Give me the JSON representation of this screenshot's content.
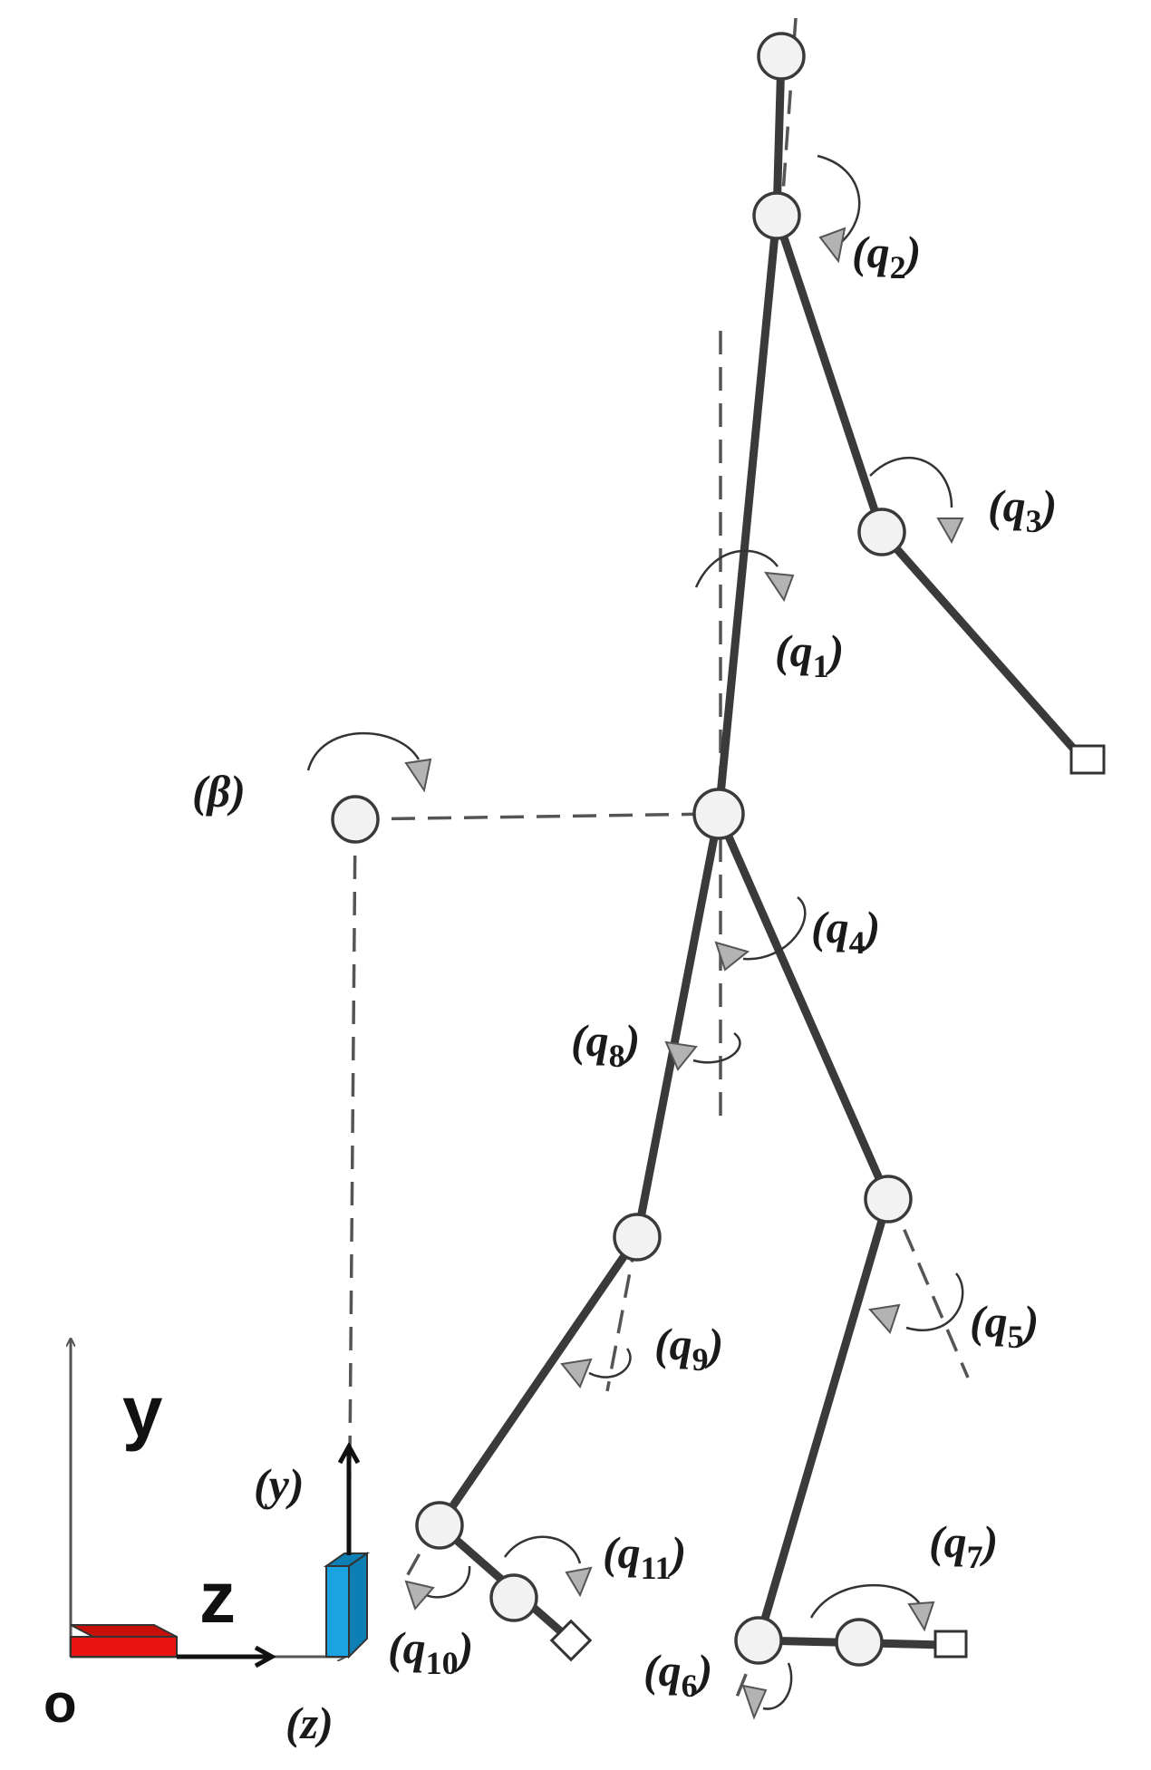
{
  "diagram": {
    "world_axes": {
      "y_label": "y",
      "z_label": "z",
      "origin_label": "o"
    },
    "local_axes": {
      "y_label": "(y)",
      "z_label": "(z)"
    },
    "joint_labels": {
      "beta": "(β)",
      "q1": "(q1)",
      "q2": "(q2)",
      "q3": "(q3)",
      "q4": "(q4)",
      "q5": "(q5)",
      "q6": "(q6)",
      "q7": "(q7)",
      "q8": "(q8)",
      "q9": "(q9)",
      "q10": "(q10)",
      "q11": "(q11)"
    },
    "colors": {
      "link": "#3a3a3a",
      "red_block": "#e8140f",
      "blue_block": "#1aa3e0",
      "arrowhead": "#b3b3b3"
    }
  }
}
